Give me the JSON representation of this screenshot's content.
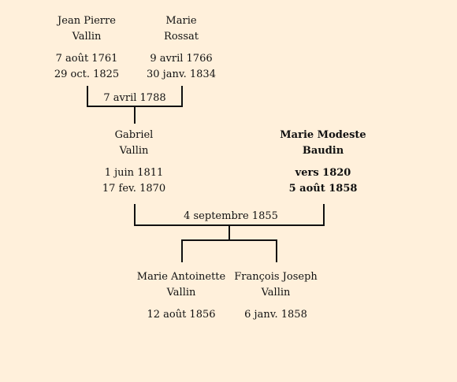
{
  "grandparents": {
    "husband": {
      "first_name": "Jean Pierre",
      "last_name": "Vallin",
      "birth": "7 août 1761",
      "death": "29 oct. 1825"
    },
    "wife": {
      "first_name": "Marie",
      "last_name": "Rossat",
      "birth": "9 avril 1766",
      "death": "30 janv. 1834"
    },
    "marriage_date": "7 avril 1788"
  },
  "parents": {
    "husband": {
      "first_name": "Gabriel",
      "last_name": "Vallin",
      "birth": "1 juin 1811",
      "death": "17 fev. 1870"
    },
    "wife": {
      "first_name": "Marie Modeste",
      "last_name": "Baudin",
      "birth": "vers 1820",
      "death": "5 août 1858"
    },
    "marriage_date": "4 septembre 1855"
  },
  "children": [
    {
      "first_name": "Marie Antoinette",
      "last_name": "Vallin",
      "birth": "12 août 1856"
    },
    {
      "first_name": "François Joseph",
      "last_name": "Vallin",
      "birth": "6 janv. 1858"
    }
  ]
}
